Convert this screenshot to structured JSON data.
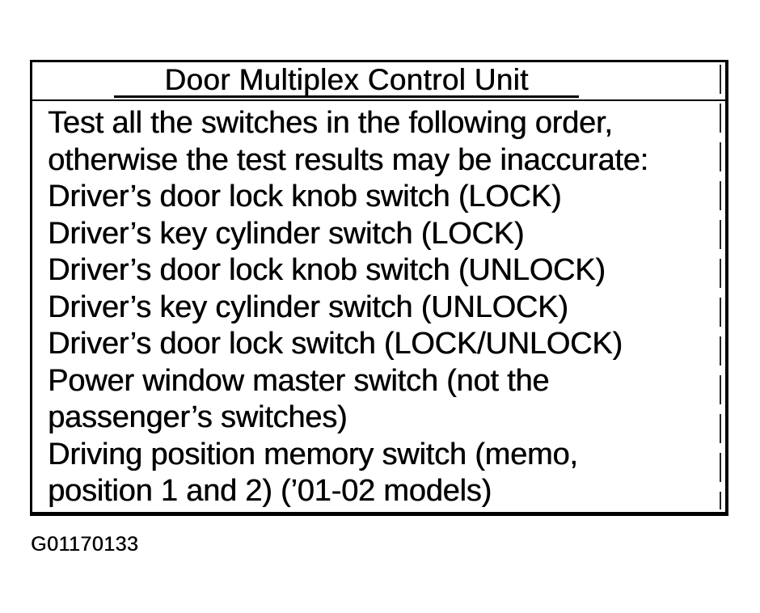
{
  "page": {
    "paper_color": "#ffffff",
    "ink_color": "#000000"
  },
  "figure": {
    "title": "Door Multiplex Control Unit",
    "body_lines": [
      "Test all the switches in the following order,",
      "otherwise the test results may be inaccurate:",
      "Driver’s door lock knob switch (LOCK)",
      "Driver’s key cylinder switch (LOCK)",
      "Driver’s door lock knob switch (UNLOCK)",
      "Driver’s key cylinder switch (UNLOCK)",
      "Driver’s door lock switch (LOCK/UNLOCK)",
      "Power window master switch (not the",
      "passenger’s switches)",
      "Driving position memory switch (memo,",
      "position 1 and 2) (’01-02 models)"
    ],
    "figure_id": "G01170133"
  }
}
